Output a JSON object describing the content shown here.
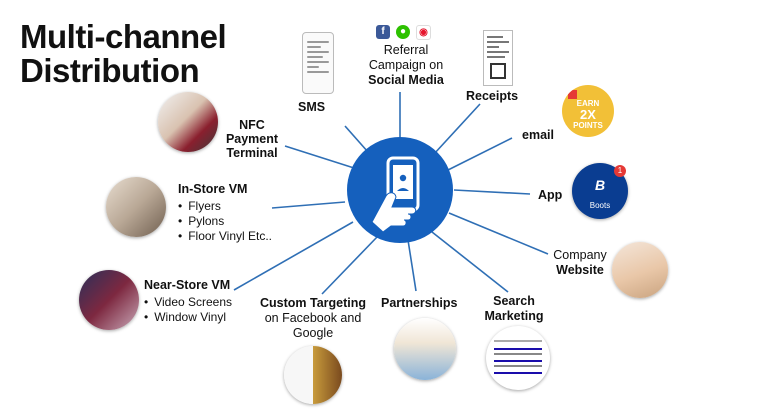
{
  "title_line1": "Multi-channel",
  "title_line2": "Distribution",
  "colors": {
    "hub": "#1560BD",
    "lines": "#2F6FB5",
    "boots_blue": "#0A3D91",
    "badge": "#E53935",
    "email_yellow": "#F2C037"
  },
  "center_icon": "phone-in-hand-icon",
  "channels": {
    "sms": {
      "label": "SMS"
    },
    "referral": {
      "line1": "Referral",
      "line2": "Campaign on",
      "line3": "Social Media",
      "icons": [
        "facebook-icon",
        "wechat-icon",
        "weibo-icon"
      ]
    },
    "receipts": {
      "label": "Receipts"
    },
    "email": {
      "label": "email",
      "image_text1": "EARN",
      "image_text2": "2X",
      "image_text3": "POINTS"
    },
    "app": {
      "label": "App",
      "brand": "Boots",
      "badge": "1"
    },
    "website": {
      "line1": "Company",
      "line2": "Website"
    },
    "search": {
      "line1": "Search",
      "line2": "Marketing"
    },
    "partnerships": {
      "label": "Partnerships"
    },
    "custom": {
      "line1": "Custom Targeting",
      "line2": "on Facebook and",
      "line3": "Google"
    },
    "near_store": {
      "heading": "Near-Store VM",
      "items": [
        "Video Screens",
        "Window Vinyl"
      ]
    },
    "in_store": {
      "heading": "In-Store VM",
      "items": [
        "Flyers",
        "Pylons",
        "Floor Vinyl Etc.."
      ]
    },
    "nfc": {
      "line1": "NFC",
      "line2": "Payment",
      "line3": "Terminal"
    }
  }
}
